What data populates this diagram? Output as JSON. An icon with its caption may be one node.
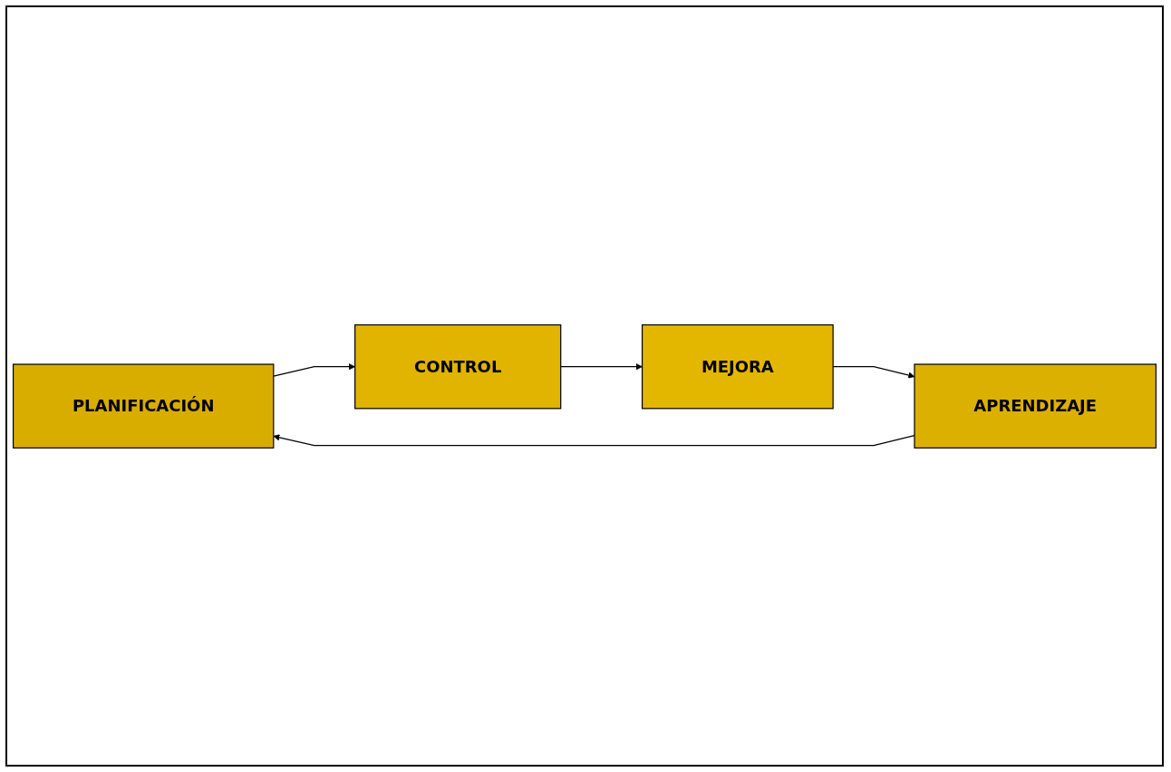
{
  "diagram": {
    "nodes": [
      {
        "text": [
          "PLANIFICACIÓN"
        ]
      },
      {
        "text": [
          "CONTROL"
        ]
      },
      {
        "text": [
          "MEJORA"
        ]
      },
      {
        "text": [
          "APRENDIZAJE"
        ]
      }
    ],
    "edges": [
      {
        "from": 0,
        "to": 1,
        "arrow": "to"
      },
      {
        "from": 1,
        "to": 2,
        "arrow": "to"
      },
      {
        "from": 2,
        "to": 3,
        "arrow": "to"
      },
      {
        "from": 3,
        "to": 0,
        "arrow": "to"
      }
    ]
  }
}
